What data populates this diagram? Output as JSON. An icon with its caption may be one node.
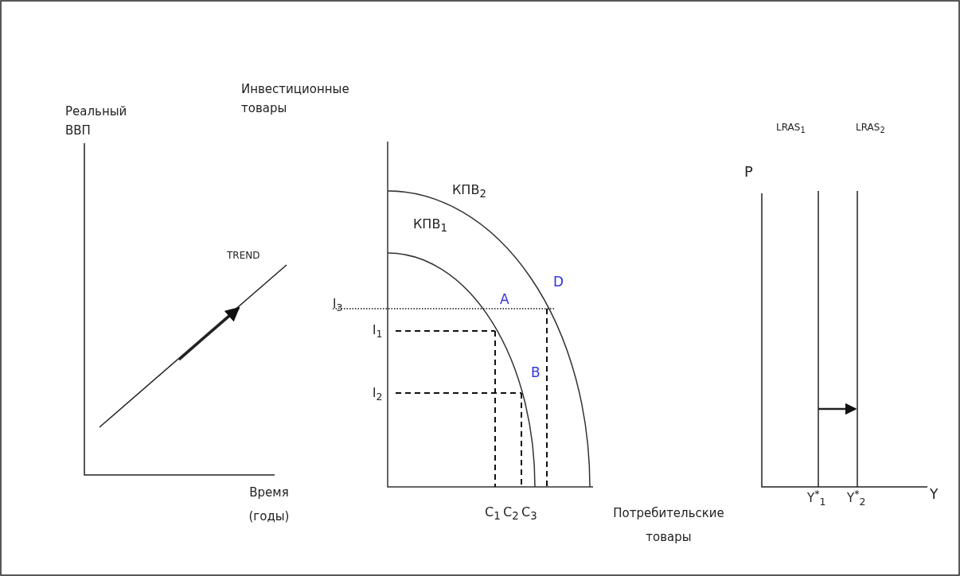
{
  "diagram": {
    "labels": [
      "Инвестиционные товары",
      "Реальный ВВП",
      "LRAS$_{1}$",
      "LRAS$_{2}$",
      "P",
      "КПВ$_{2}$",
      "КПВ$_{1}$",
      "TREND",
      "D",
      "I$_{3}$",
      "A",
      "I$_{1}$",
      "B",
      "I$_{2}$",
      "Время (годы)",
      "C$_{1}$",
      "C$_{2}$",
      "C$_{3}$",
      "Y$^{*}$$_{1}$",
      "Y$^{*}$$_{2}$",
      "Y",
      "Потребительские товары"
    ]
  }
}
